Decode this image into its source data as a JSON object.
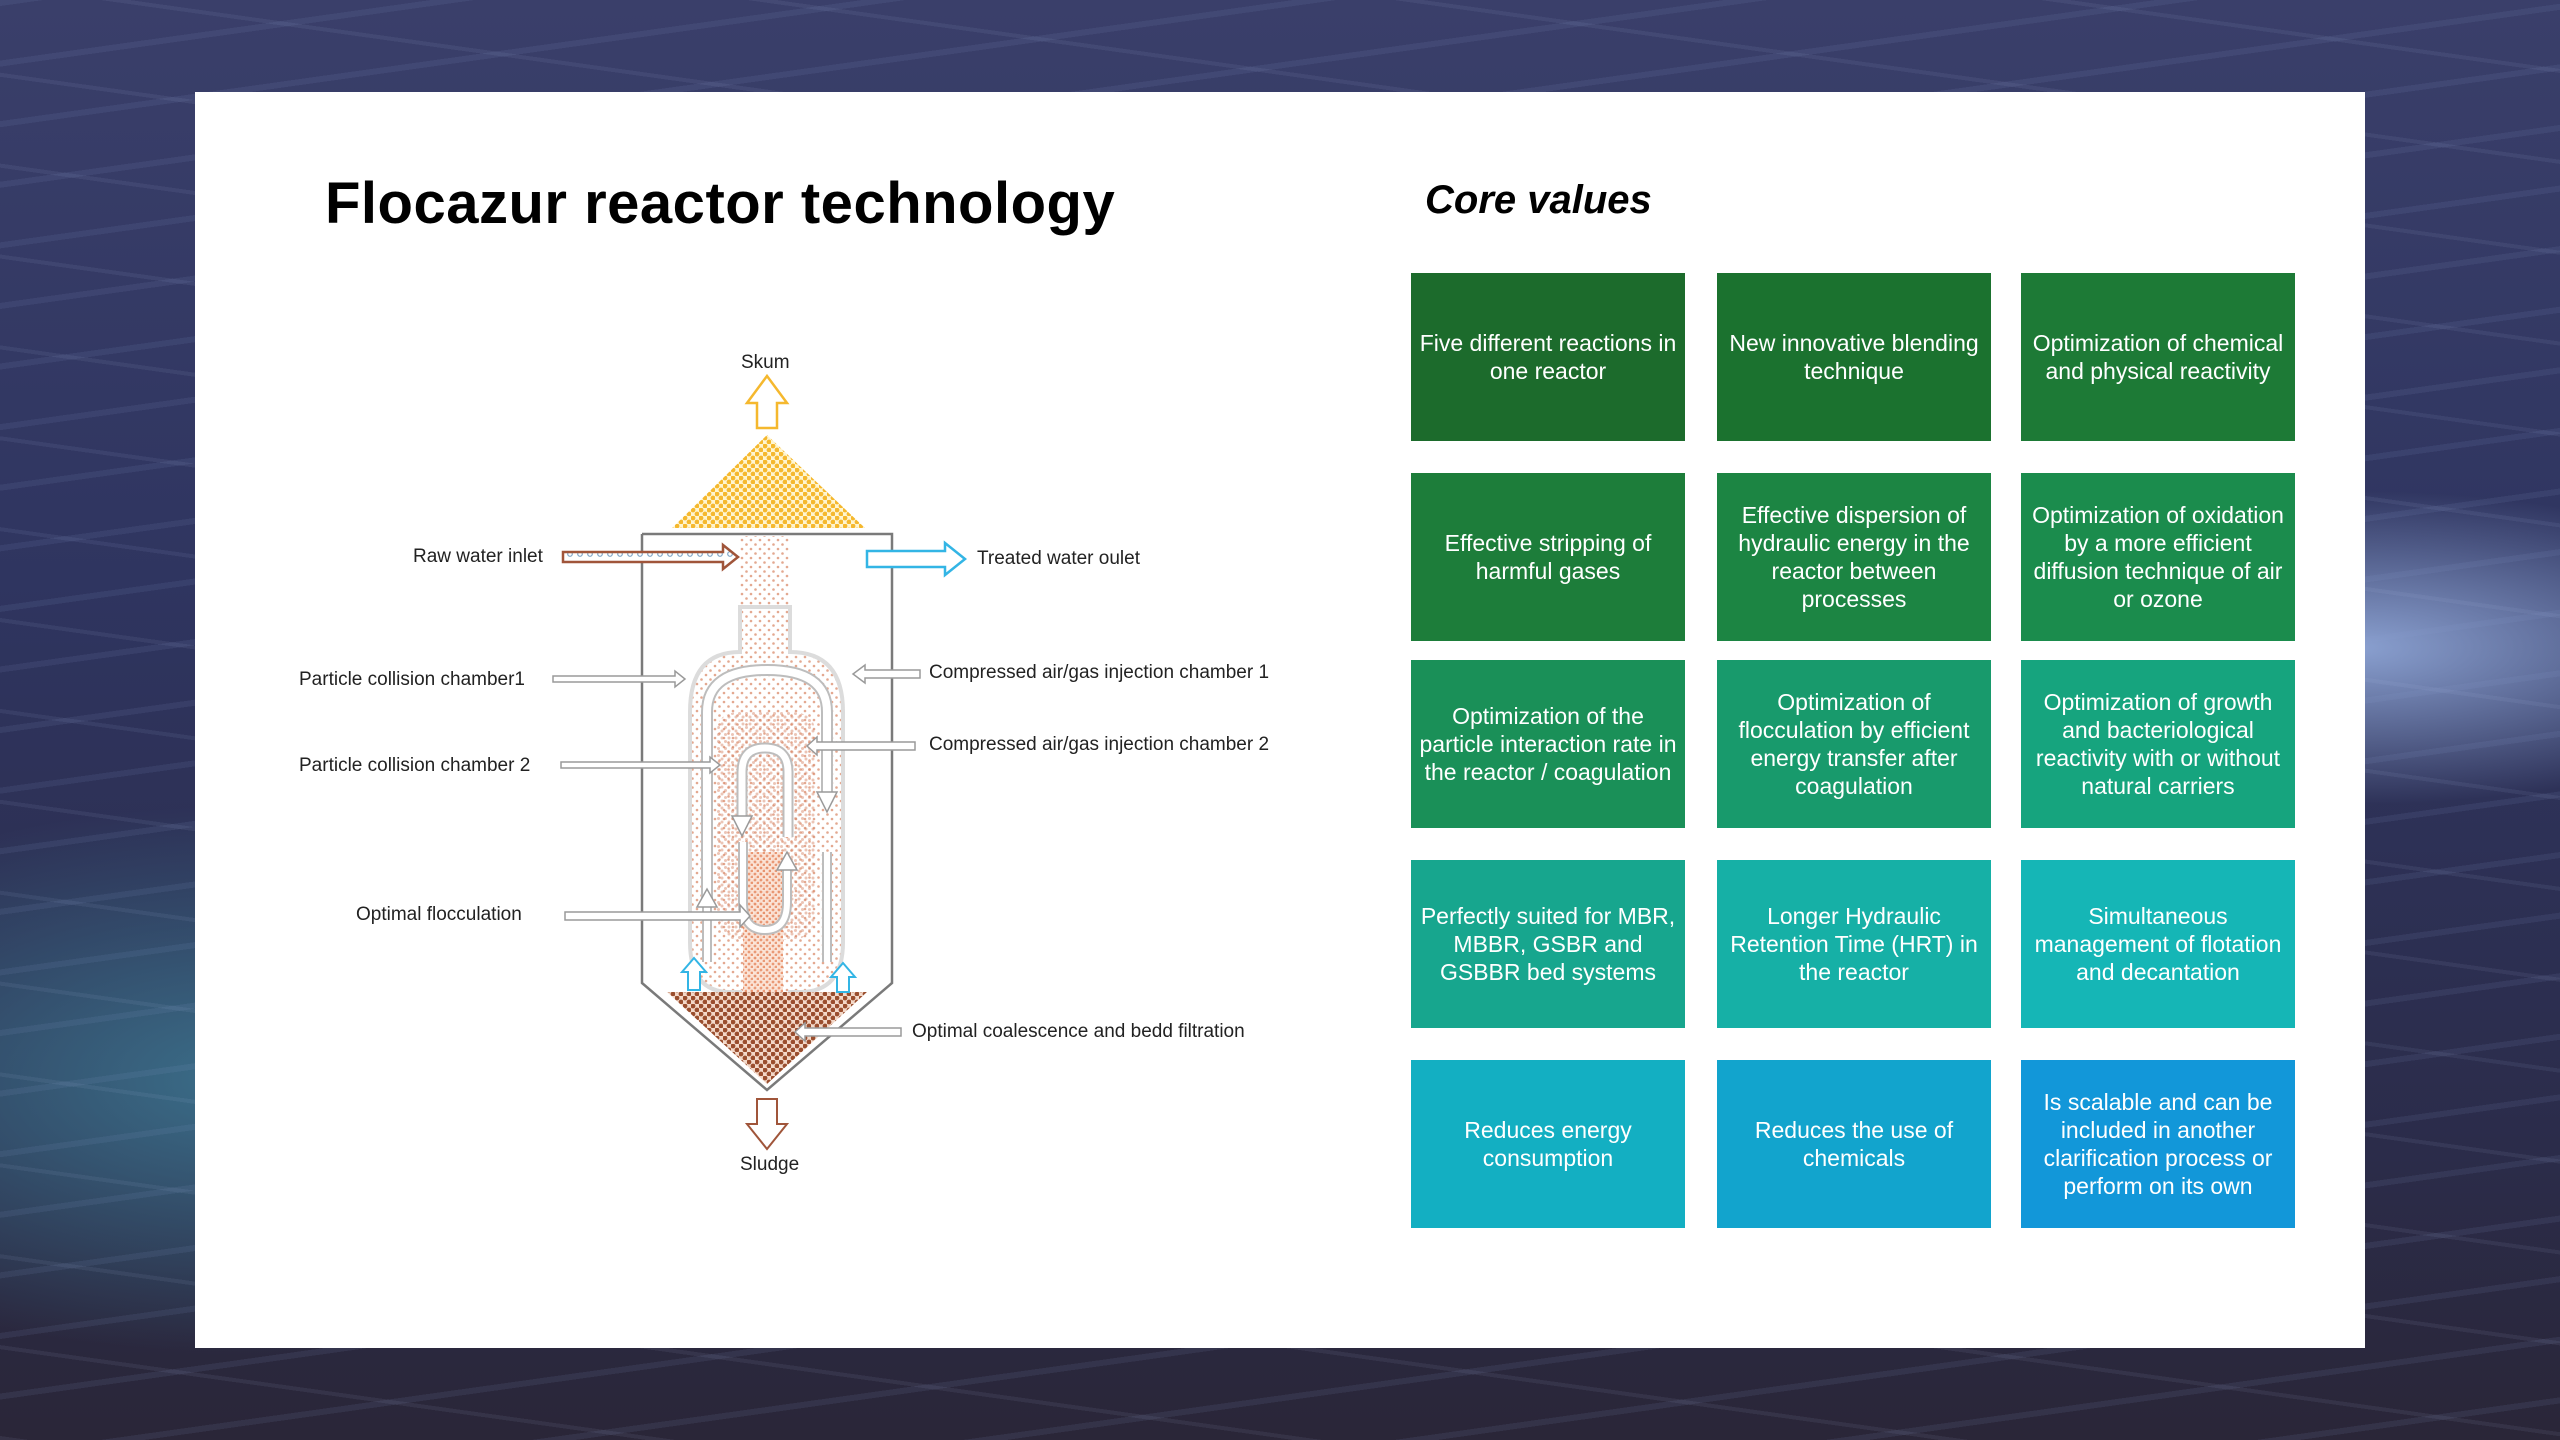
{
  "slide": {
    "title": "Flocazur reactor technology",
    "core_values_title": "Core values"
  },
  "diagram": {
    "labels": {
      "skum": "Skum",
      "raw_water_inlet": "Raw water inlet",
      "treated_water_outlet": "Treated water oulet",
      "particle_collision_1": "Particle collision chamber1",
      "particle_collision_2": "Particle collision chamber 2",
      "compressed_air_1": "Compressed air/gas injection chamber 1",
      "compressed_air_2": "Compressed air/gas injection chamber 2",
      "optimal_flocculation": "Optimal flocculation",
      "optimal_coalescence": "Optimal coalescence and bedd filtration",
      "sludge": "Sludge"
    },
    "colors": {
      "skum": "#f5b82e",
      "raw_water": "#a0553a",
      "treated_water": "#33b5e5",
      "sludge": "#9a4e2e",
      "reactor_outline": "#7a7a7a"
    }
  },
  "core_values": [
    {
      "text": "Five different reactions in one reactor",
      "color": "#1c6b2c"
    },
    {
      "text": "New innovative blending technique",
      "color": "#1b722f"
    },
    {
      "text": "Optimization of chemical and physical reactivity",
      "color": "#1d7a36"
    },
    {
      "text": "Effective stripping of harmful gases",
      "color": "#1d7d3a"
    },
    {
      "text": "Effective dispersion of hydraulic energy in the reactor between processes",
      "color": "#1c8543"
    },
    {
      "text": "Optimization of oxidation by a more efficient diffusion technique of air or ozone",
      "color": "#1b8c4d"
    },
    {
      "text": "Optimization of the particle interaction rate in the reactor / coagulation",
      "color": "#1a9058"
    },
    {
      "text": "Optimization of flocculation by efficient energy transfer after coagulation",
      "color": "#189a6c"
    },
    {
      "text": "Optimization of growth and bacteriological reactivity with or without natural carriers",
      "color": "#16a47e"
    },
    {
      "text": "Perfectly suited for MBR, MBBR, GSBR and GSBBR bed systems",
      "color": "#17a68e"
    },
    {
      "text": "Longer Hydraulic Retention Time (HRT) in the reactor",
      "color": "#16b0a6"
    },
    {
      "text": "Simultaneous management of flotation and decantation",
      "color": "#15b6b6"
    },
    {
      "text": "Reduces energy consumption",
      "color": "#13afc2"
    },
    {
      "text": "Reduces the use of chemicals",
      "color": "#12a4cd"
    },
    {
      "text": "Is scalable and can be included in another clarification process or perform on its own",
      "color": "#1297d9"
    }
  ]
}
